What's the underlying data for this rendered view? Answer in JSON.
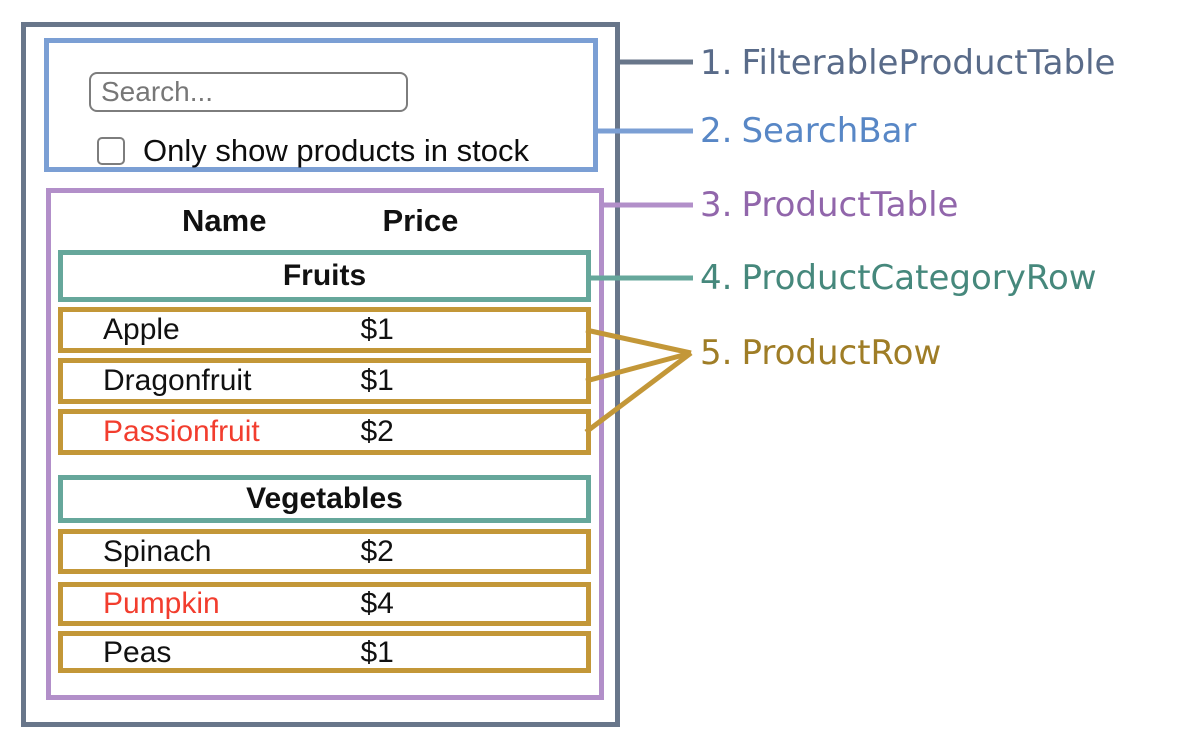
{
  "colors": {
    "slate": "#68768a",
    "slate_text": "#596b89",
    "blue": "#7b9fd4",
    "blue_text": "#5887c6",
    "purple": "#b28fc9",
    "purple_text": "#9166ab",
    "teal": "#66a79b",
    "teal_text": "#46887c",
    "gold": "#c39738",
    "gold_text": "#9f7d26",
    "red": "#f23d2e",
    "input_border": "#7d7d7d"
  },
  "search_bar": {
    "placeholder": "Search...",
    "checkbox_label": "Only show products in stock",
    "checkbox_checked": false
  },
  "product_table": {
    "headers": {
      "name": "Name",
      "price": "Price"
    },
    "categories": [
      {
        "name": "Fruits",
        "products": [
          {
            "name": "Apple",
            "price": "$1",
            "in_stock": true
          },
          {
            "name": "Dragonfruit",
            "price": "$1",
            "in_stock": true
          },
          {
            "name": "Passionfruit",
            "price": "$2",
            "in_stock": false
          }
        ]
      },
      {
        "name": "Vegetables",
        "products": [
          {
            "name": "Spinach",
            "price": "$2",
            "in_stock": true
          },
          {
            "name": "Pumpkin",
            "price": "$4",
            "in_stock": false
          },
          {
            "name": "Peas",
            "price": "$1",
            "in_stock": true
          }
        ]
      }
    ]
  },
  "legend": [
    {
      "number": "1.",
      "label": "FilterableProductTable"
    },
    {
      "number": "2.",
      "label": "SearchBar"
    },
    {
      "number": "3.",
      "label": "ProductTable"
    },
    {
      "number": "4.",
      "label": "ProductCategoryRow"
    },
    {
      "number": "5.",
      "label": "ProductRow"
    }
  ]
}
